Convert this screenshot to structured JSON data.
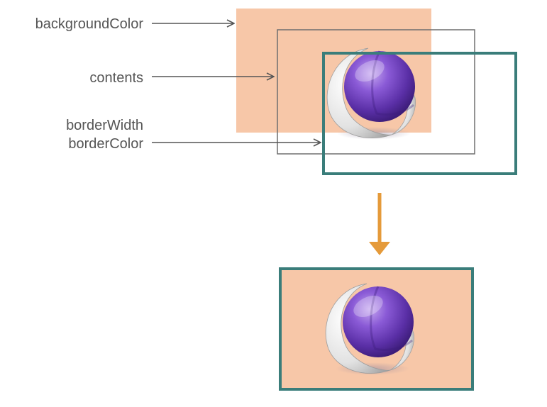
{
  "labels": {
    "background_color": "backgroundColor",
    "contents": "contents",
    "border_width": "borderWidth",
    "border_color": "borderColor"
  },
  "colors": {
    "background_fill": "#f7c7a8",
    "border": "#3a7d7a",
    "contents_frame": "#6f6f6f",
    "arrow_orange": "#e59a3a",
    "label_text": "#555555",
    "pointer_arrow": "#555555",
    "sphere_purple": "#6b3fb8",
    "sphere_shell": "#e4e4e4"
  },
  "icons": {
    "contents_image": "purple-sphere-app-icon",
    "transform_arrow": "arrow-down-icon"
  }
}
